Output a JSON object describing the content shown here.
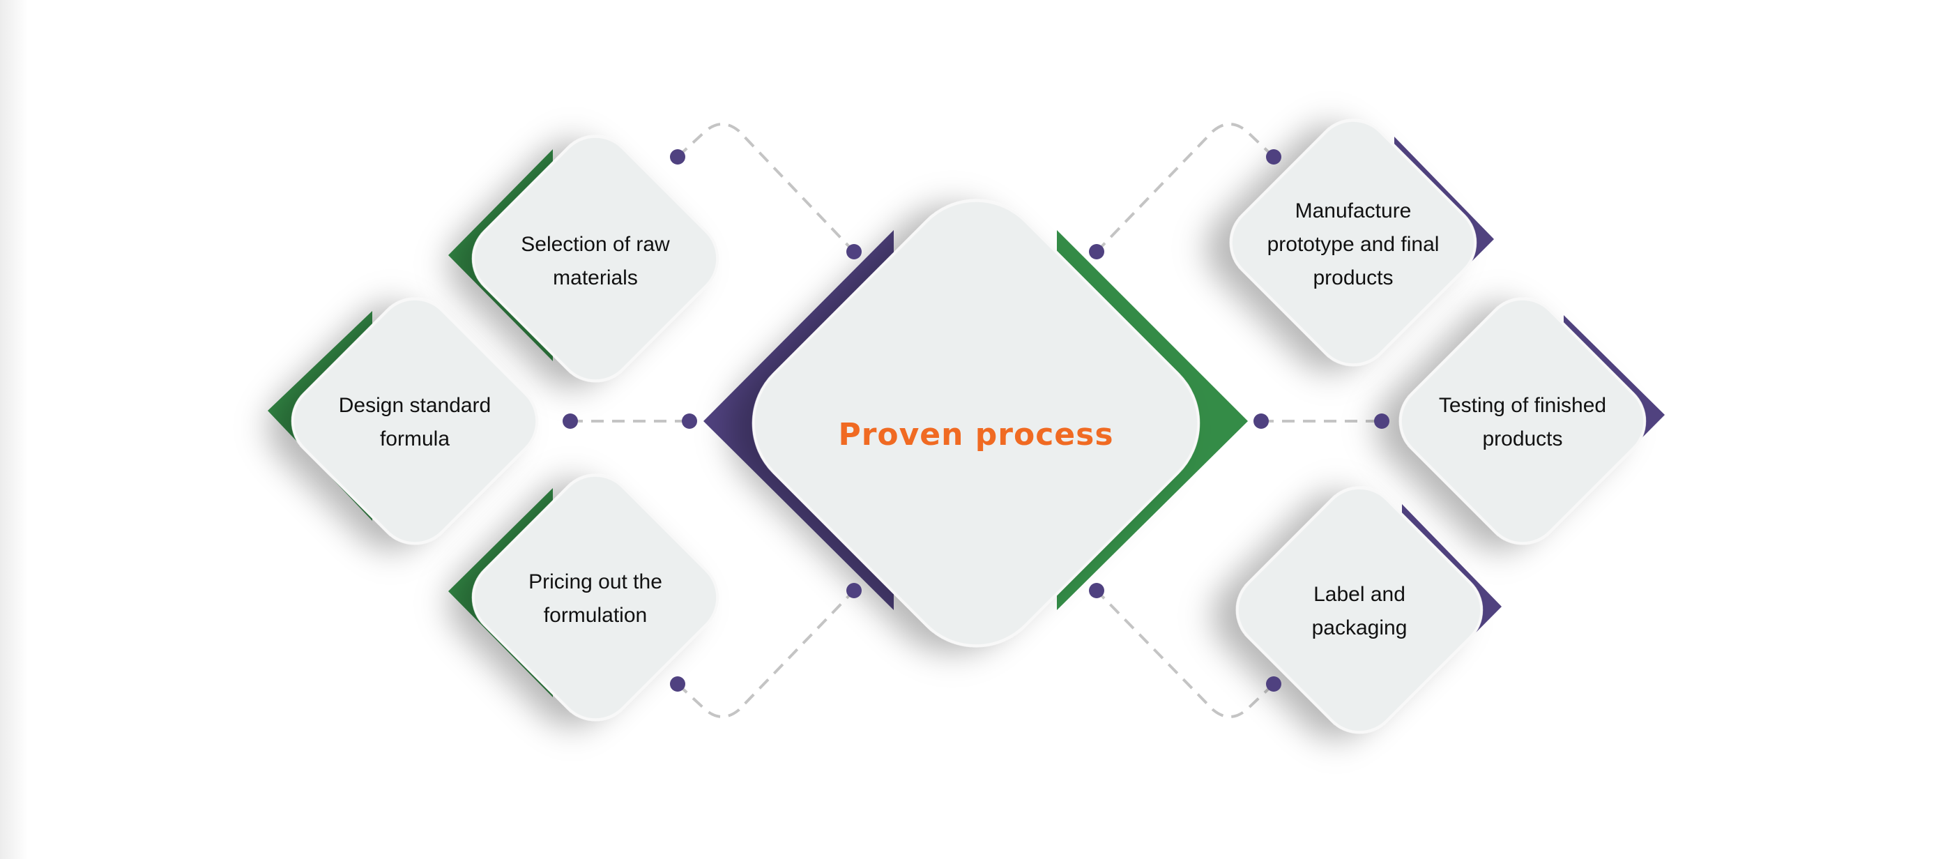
{
  "center": {
    "title": "Proven process"
  },
  "steps": [
    {
      "lines": [
        "Selection of raw",
        "materials"
      ],
      "accent": "#348c47"
    },
    {
      "lines": [
        "Design standard",
        "formula"
      ],
      "accent": "#348c47"
    },
    {
      "lines": [
        "Pricing out the",
        "formulation"
      ],
      "accent": "#348c47"
    },
    {
      "lines": [
        "Manufacture",
        "prototype and final",
        "products"
      ],
      "accent": "#50427f"
    },
    {
      "lines": [
        "Testing of finished",
        "products"
      ],
      "accent": "#50427f"
    },
    {
      "lines": [
        "Label and",
        "packaging"
      ],
      "accent": "#50427f"
    }
  ],
  "colors": {
    "green": "#348c47",
    "purple": "#50427f",
    "title": "#f06a22",
    "dot": "#4f4180"
  }
}
